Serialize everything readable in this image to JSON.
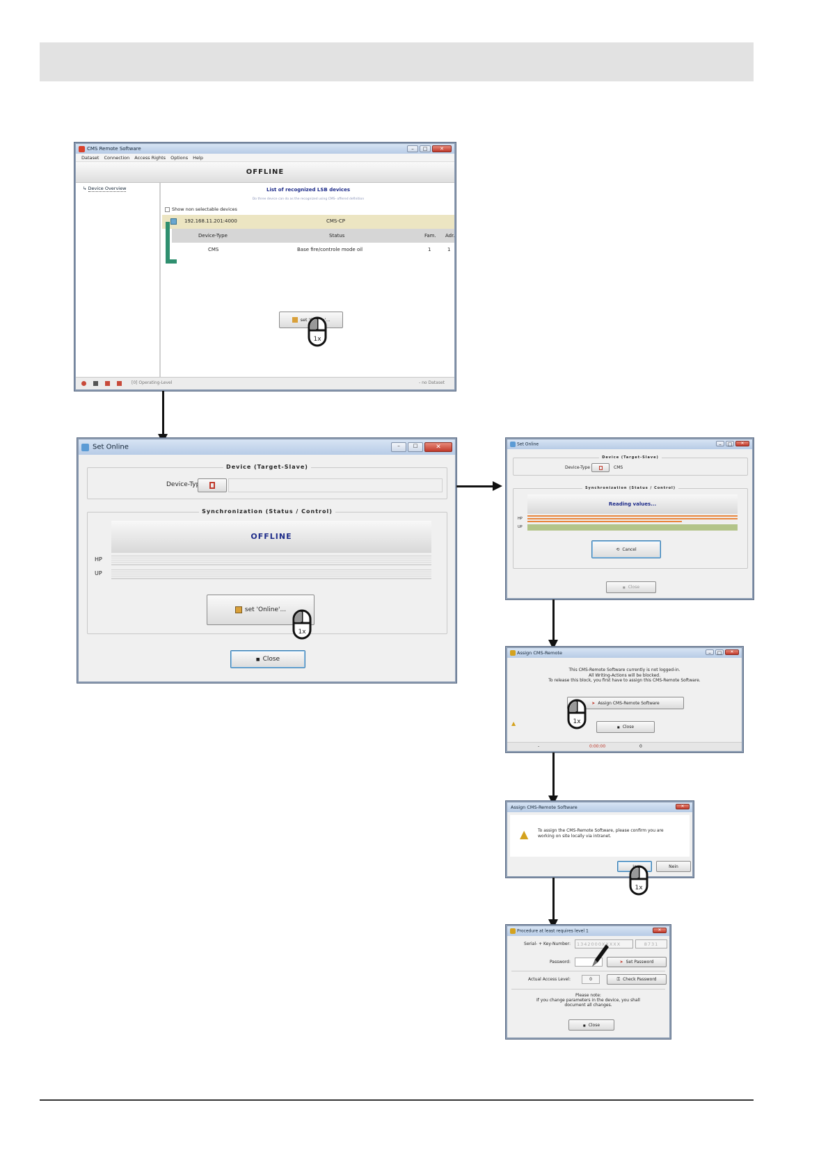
{
  "main_window": {
    "title": "CMS Remote Software",
    "menu": [
      "Dataset",
      "Connection",
      "Access Rights",
      "Options",
      "Help"
    ],
    "status_header": "OFFLINE",
    "tree_item": "Device Overview",
    "list_title": "List of recognized LSB devices",
    "list_hint": "Do three device can do as the recognized using CMS- offered definition",
    "show_non_selectable": "Show non selectable devices",
    "connection": {
      "address": "192.168.11.201:4000",
      "name": "CMS-CP"
    },
    "table_headers": [
      "Device-Type",
      "Status",
      "Fam.",
      "Adr."
    ],
    "table_rows": [
      [
        "CMS",
        "Base fire/controle mode oil",
        "1",
        "1"
      ]
    ],
    "set_online_button": "set 'Online'...",
    "status_level": "[0] Operating-Level",
    "status_dataset": "- no Dataset"
  },
  "set_online_large": {
    "title": "Set Online",
    "device_group": "Device (Target-Slave)",
    "device_type_label": "Device-Type",
    "sync_group": "Synchronization (Status / Control)",
    "status": "OFFLINE",
    "hp_label": "HP",
    "up_label": "UP",
    "set_online_button": "set 'Online'...",
    "close_button": "Close"
  },
  "set_online_small": {
    "title": "Set Online",
    "device_group": "Device (Target-Slave)",
    "device_type_label": "Device-Type",
    "device_type_value": "CMS",
    "sync_group": "Synchronization (Status / Control)",
    "status": "Reading values...",
    "hp_label": "HP",
    "up_label": "UP",
    "cancel_button": "Cancel",
    "close_button": "Close"
  },
  "assign_window": {
    "title": "Assign CMS-Remote",
    "message_line1": "This CMS-Remote Software currently is not logged-in.",
    "message_line2": "All Writing-Actions will be blocked.",
    "message_line3": "To release this block, you first have to assign this CMS-Remote Software.",
    "assign_button": "Assign CMS-Remote Software",
    "close_button": "Close",
    "status_left": "-",
    "timer": "0:00:00",
    "status_right": "0"
  },
  "confirm_dialog": {
    "title": "Assign CMS-Remote Software",
    "message_line1": "To assign the CMS-Remote Software, please confirm you are",
    "message_line2": "working on site locally via intranet.",
    "yes_button": "Ja",
    "no_button": "Nein"
  },
  "password_window": {
    "title": "Procedure at least requires level 1",
    "serial_label": "Serial- + Key-Number:",
    "serial_value": "1342000XXXXX",
    "key_value": "8731",
    "password_label": "Password:",
    "set_password_button": "Set Password",
    "access_level_label": "Actual Access Level:",
    "access_level_value": "0",
    "check_password_button": "Check Password",
    "note_line1": "Please note:",
    "note_line2": "If you change parameters in the device, you shall",
    "note_line3": "document all changes.",
    "close_button": "Close"
  },
  "click_hint": "1x"
}
